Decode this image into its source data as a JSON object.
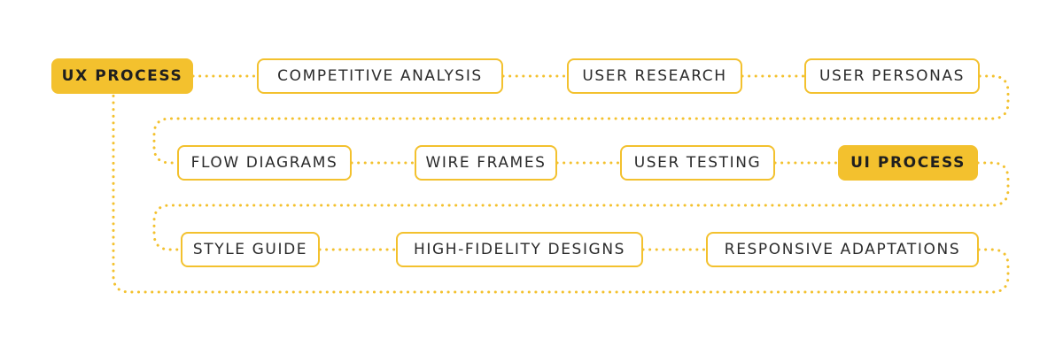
{
  "colors": {
    "accent": "#F3C12E",
    "text": "#2b2b2b",
    "background": "#ffffff"
  },
  "nodes": [
    {
      "label": "UX PROCESS",
      "style": "primary"
    },
    {
      "label": "COMPETITIVE ANALYSIS",
      "style": "outline"
    },
    {
      "label": "USER RESEARCH",
      "style": "outline"
    },
    {
      "label": "USER PERSONAS",
      "style": "outline"
    },
    {
      "label": "FLOW DIAGRAMS",
      "style": "outline"
    },
    {
      "label": "WIRE FRAMES",
      "style": "outline"
    },
    {
      "label": "USER TESTING",
      "style": "outline"
    },
    {
      "label": "UI PROCESS",
      "style": "primary"
    },
    {
      "label": "STYLE GUIDE",
      "style": "outline"
    },
    {
      "label": "HIGH-FIDELITY DESIGNS",
      "style": "outline"
    },
    {
      "label": "RESPONSIVE ADAPTATIONS",
      "style": "outline"
    }
  ],
  "connectors": {
    "style": "dotted"
  }
}
